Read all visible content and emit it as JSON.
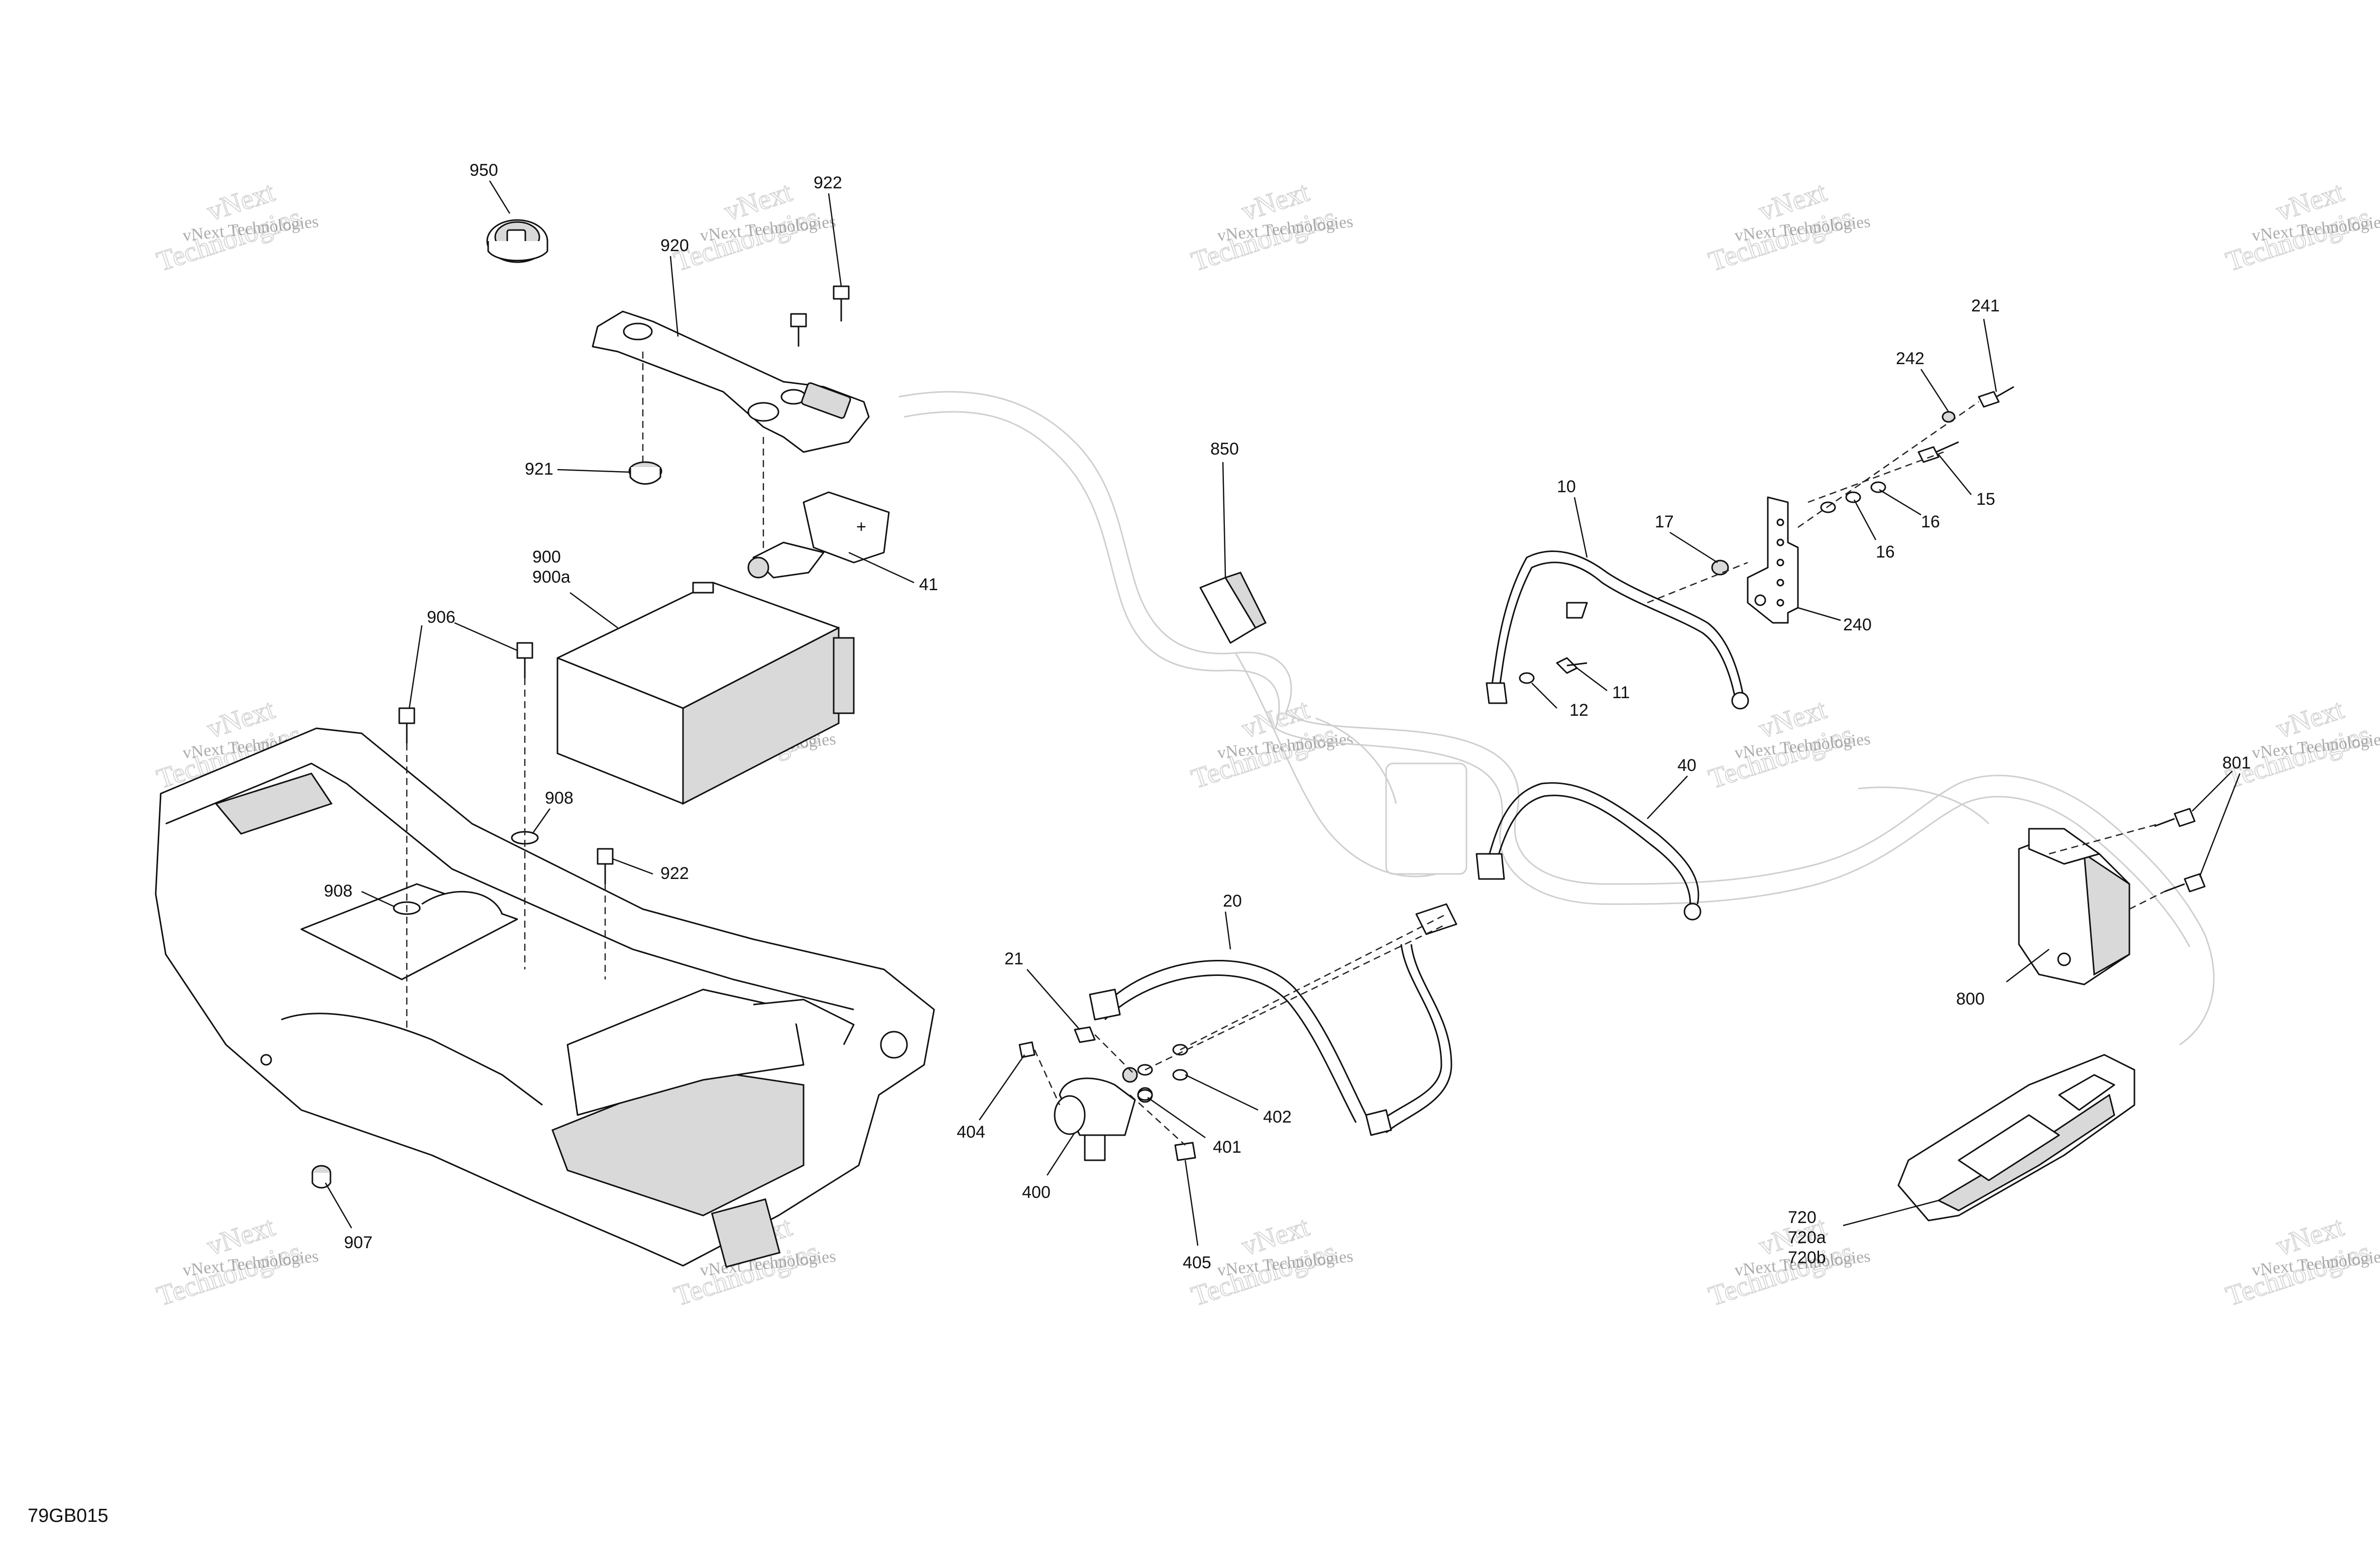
{
  "drawing_id": "79GB015",
  "watermark": {
    "line1": "vNext Technologies",
    "line2": "vNext",
    "line3": "Technologies"
  },
  "callouts": {
    "c950": "950",
    "c922a": "922",
    "c920": "920",
    "c921": "921",
    "c41": "41",
    "c900": "900",
    "c900a": "900a",
    "c906": "906",
    "c908a": "908",
    "c908b": "908",
    "c922b": "922",
    "c907": "907",
    "c850": "850",
    "c10": "10",
    "c17": "17",
    "c11": "11",
    "c12": "12",
    "c241": "241",
    "c242": "242",
    "c15": "15",
    "c16a": "16",
    "c16b": "16",
    "c240": "240",
    "c40": "40",
    "c20": "20",
    "c21": "21",
    "c404": "404",
    "c400": "400",
    "c402": "402",
    "c401": "401",
    "c405": "405",
    "c801": "801",
    "c800": "800",
    "c720": "720",
    "c720a": "720a",
    "c720b": "720b"
  }
}
